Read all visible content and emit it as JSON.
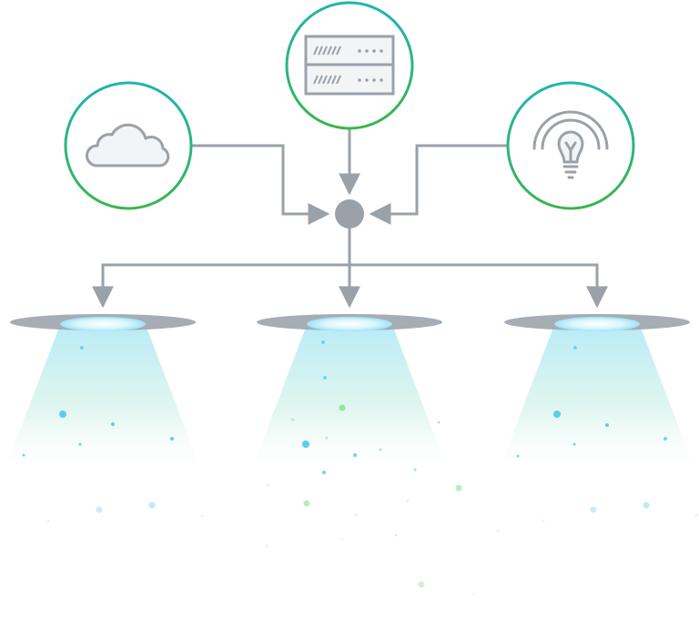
{
  "diagram": {
    "sources": [
      {
        "name": "cloud",
        "icon": "cloud-icon"
      },
      {
        "name": "server",
        "icon": "server-rack-icon"
      },
      {
        "name": "smart-device",
        "icon": "lightbulb-signal-icon"
      }
    ],
    "hub": {
      "icon": "hub-node-icon"
    },
    "outputs": [
      {
        "name": "output-1",
        "icon": "light-beam-icon"
      },
      {
        "name": "output-2",
        "icon": "light-beam-icon"
      },
      {
        "name": "output-3",
        "icon": "light-beam-icon"
      }
    ],
    "colors": {
      "connector": "#9aa1a9",
      "ring_start": "#1fb5b0",
      "ring_end": "#3bb54a",
      "icon_stroke": "#9aa1a9",
      "icon_fill": "#f2f4f6",
      "beam_top": "#b8ecf6",
      "beam_bottom": "#e8f7ec",
      "particle_blue": "#6fd3f0",
      "particle_green": "#9be39c"
    }
  }
}
